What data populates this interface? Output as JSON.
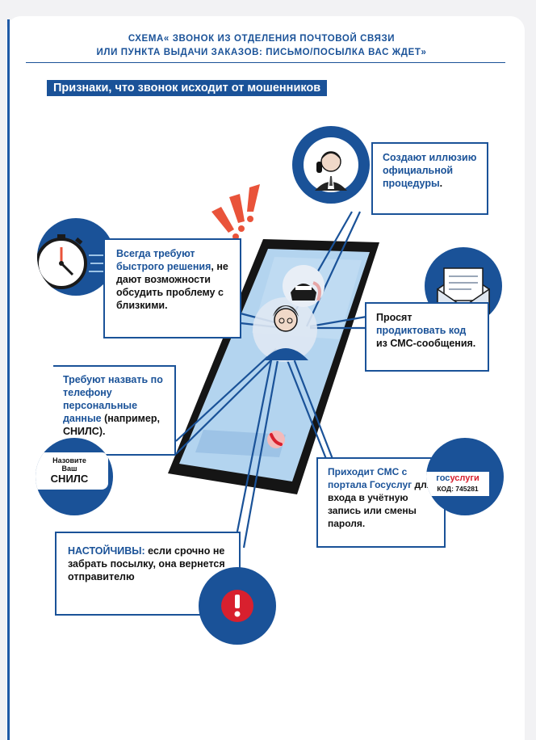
{
  "header": {
    "line1": "СХЕМА« ЗВОНОК ИЗ ОТДЕЛЕНИЯ ПОЧТОВОЙ СВЯЗИ",
    "line2": "ИЛИ ПУНКТА ВЫДАЧИ ЗАКАЗОВ: ПИСЬМО/ПОСЫЛКА ВАС ЖДЕТ»"
  },
  "banner": "Признаки, что звонок исходит от мошенников",
  "signs": {
    "official": {
      "blue": "Создают иллюзию официальной процедуры",
      "tail": "."
    },
    "speed": {
      "blue": "Всегда требуют быстрого решения",
      "tail": ", не дают возможности обсудить проблему с близкими."
    },
    "code": {
      "start": "Просят ",
      "blue": "продиктовать код",
      "tail": " из СМС-сообщения."
    },
    "personal": {
      "blue": "Требуют назвать по телефону персональные данные",
      "tail": " (например, СНИЛС)."
    },
    "sms": {
      "blue": "Приходит СМС с портала Госуслуг",
      "tail": " для входа в учётную запись или смены пароля."
    },
    "insistent": {
      "blue": "НАСТОЙЧИВЫ:",
      "tail": " если срочно не забрать посылку, она вернется отправителю"
    }
  },
  "snils": {
    "line1": "Назовите",
    "line2": "Ваш",
    "line3": "СНИЛС"
  },
  "gosuslugi": {
    "gos": "гос",
    "uslugi": "услуги",
    "code": "КОД: 745281"
  },
  "colors": {
    "brand": "#1a5298",
    "alert": "#e9533a",
    "danger": "#d8202e"
  }
}
